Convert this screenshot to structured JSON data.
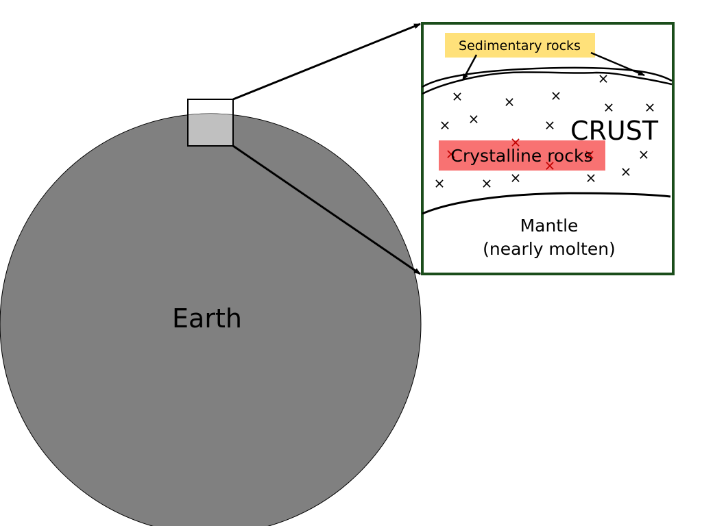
{
  "earth": {
    "label": "Earth",
    "fill": "#808080",
    "zoom_fill": "#c0c0c0"
  },
  "inset": {
    "border_color": "#1b4d1b",
    "crust_label": "CRUST",
    "mantle_label_line1": "Mantle",
    "mantle_label_line2": "(nearly molten)",
    "sedimentary_label": "Sedimentary rocks",
    "sedimentary_bg": "#ffe17a",
    "crystalline_label": "Crystalline rocks",
    "crystalline_bg": "#f87272",
    "mark_glyph": "×",
    "mark_color": "#000000",
    "mark_highlight_color": "#c00000"
  }
}
